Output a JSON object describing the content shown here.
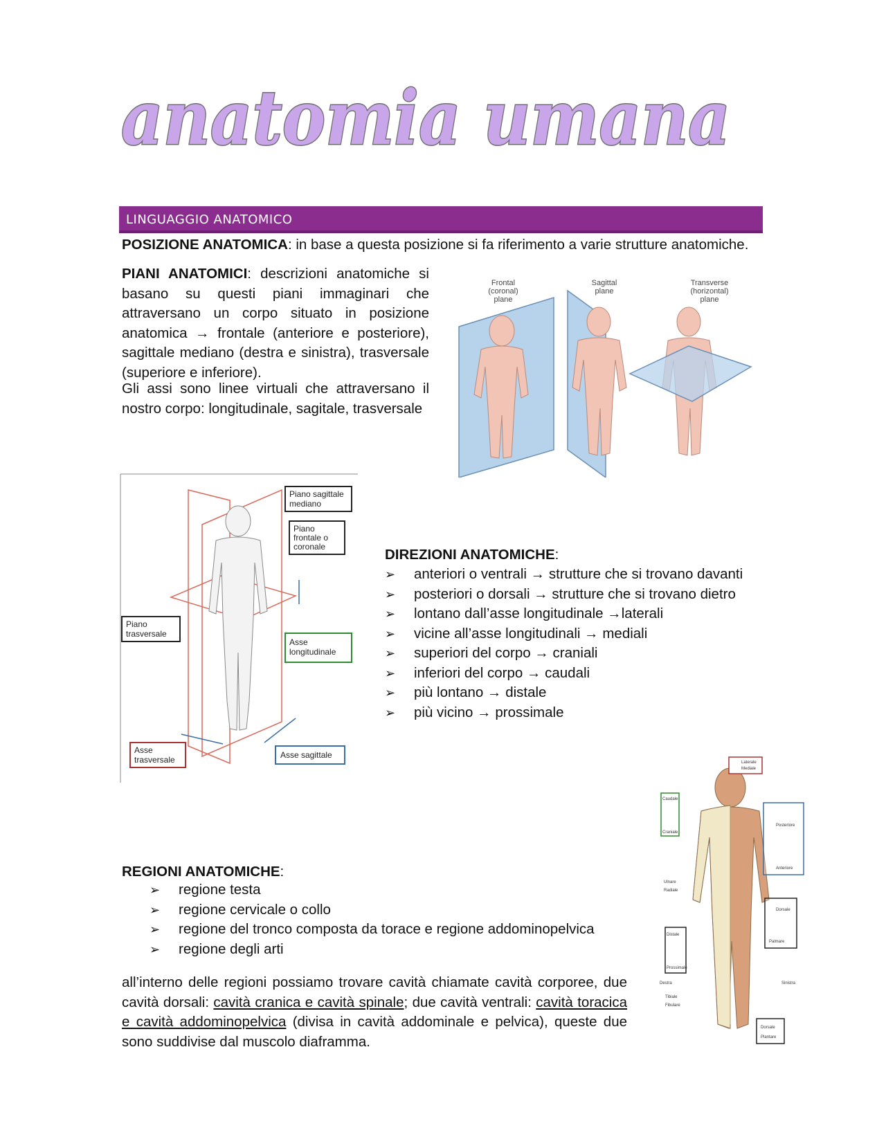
{
  "title": "anatomia umana",
  "banner": "LINGUAGGIO ANATOMICO",
  "posizione": {
    "term": "POSIZIONE ANATOMICA",
    "text": ": in base a questa posizione si fa riferimento a varie strutture anatomiche."
  },
  "piani": {
    "term": "PIANI ANATOMICI",
    "text": ": descrizioni anatomiche si basano su questi piani immaginari che attraversano un corpo situato in posizione anatomica → frontale (anteriore e posteriore), sagittale mediano (destra e sinistra), trasversale (superiore e inferiore).",
    "assi": "Gli assi sono linee virtuali che attraversano il nostro corpo: longitudinale, sagitale, trasversale"
  },
  "fig_planes": {
    "frontal": [
      "Frontal",
      "(coronal)",
      "plane"
    ],
    "sagittal": [
      "Sagittal",
      "plane"
    ],
    "transverse": [
      "Transverse",
      "(horizontal)",
      "plane"
    ]
  },
  "fig_axes": {
    "piano_sagittale": [
      "Piano sagittale",
      "mediano"
    ],
    "piano_frontale": [
      "Piano",
      "frontale o",
      "coronale"
    ],
    "piano_trasversale": [
      "Piano",
      "trasversale"
    ],
    "asse_longitudinale": [
      "Asse",
      "longitudinale"
    ],
    "asse_trasversale": [
      "Asse",
      "trasversale"
    ],
    "asse_sagittale": "Asse sagittale"
  },
  "direzioni": {
    "heading": "DIREZIONI ANATOMICHE",
    "items": [
      "anteriori o ventrali → strutture che si trovano davanti",
      "posteriori o dorsali → strutture che si trovano dietro",
      "lontano dall’asse longitudinale →laterali",
      "vicine all’asse longitudinali → mediali",
      "superiori del corpo → craniali",
      "inferiori del corpo → caudali",
      "più lontano → distale",
      "più vicino → prossimale"
    ]
  },
  "regioni": {
    "heading": "REGIONI ANATOMICHE",
    "items": [
      "regione testa",
      "regione cervicale o collo",
      "regione del tronco composta da torace e regione addominopelvica",
      "regione degli arti"
    ]
  },
  "cavita": {
    "p1": "all’interno delle regioni possiamo trovare cavità chiamate cavità corporee, due cavità dorsali: ",
    "u1": "cavità cranica e cavità spinale",
    "p2": "; due cavità ventrali: ",
    "u2": "cavità toracica e cavità addominopelvica",
    "p3": " (divisa in cavità addominale e pelvica), queste due sono suddivise dal muscolo diaframma."
  },
  "fig_body": {
    "laterale": "Laterale",
    "mediale": "Mediale",
    "caudale": "Caudale",
    "craniale": "Craniale",
    "posteriore": "Posteriore",
    "anteriore": "Anteriore",
    "ulnare": "Ulnare",
    "radiale": "Radiale",
    "dorsale": "Dorsale",
    "palmare": "Palmare",
    "distale": "Distale",
    "prossimale": "Prossimale",
    "destra": "Destra",
    "sinistra": "Sinistra",
    "tibiale": "Tibiale",
    "fibulare": "Fibulare",
    "dorsale_piede": "Dorsale",
    "plantare": "Plantare"
  },
  "colors": {
    "banner": "#8b2d8f",
    "title": "#c9a6ea",
    "title_outline": "#6f6f6f"
  }
}
